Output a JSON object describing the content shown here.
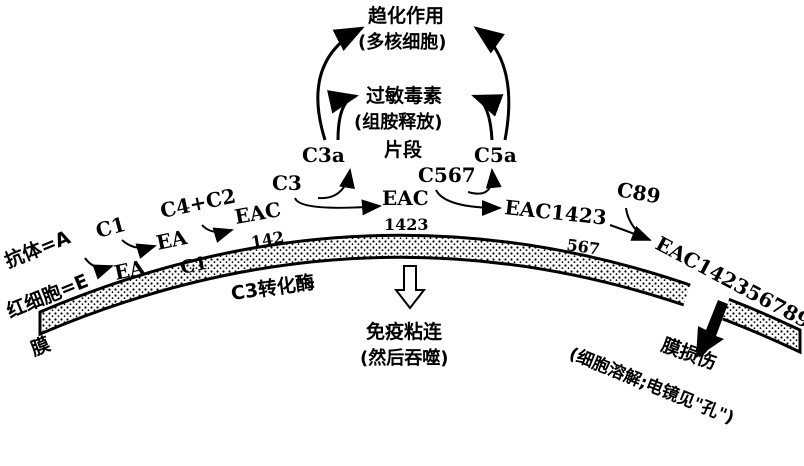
{
  "labels": {
    "antibody": "抗体=A",
    "rbc": "红细胞=E",
    "membrane": "膜",
    "c1_in": "C1",
    "ea_1": "EA",
    "ea_2": "EA",
    "c1_bound": "C1",
    "c4c2": "C4+C2",
    "eac_1": "EAC",
    "n142": "142",
    "c3": "C3",
    "c3a": "C3a",
    "eac_2": "EAC",
    "n1423": "1423",
    "c567": "C567",
    "c5a": "C5a",
    "eac1423": "EAC1423",
    "n567": "567",
    "c89": "C89",
    "eac_full": "EAC142356789",
    "c3_convertase": "C3转化酶",
    "chemotaxis": "趋化作用",
    "chemotaxis_sub": "(多核细胞)",
    "anaphylatoxin": "过敏毒素",
    "anaphylatoxin_sub": "(组胺释放)",
    "fragment": "片段",
    "immune_adherence": "免疫粘连",
    "immune_adherence_sub": "(然后吞噬)",
    "membrane_damage": "膜损伤",
    "membrane_damage_sub": "(细胞溶解;电镜见\"孔\")"
  }
}
